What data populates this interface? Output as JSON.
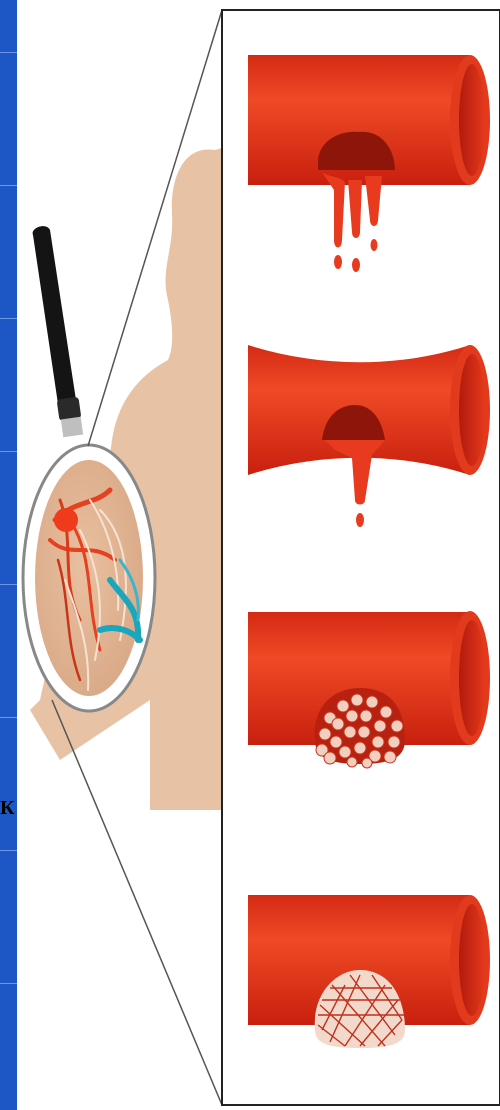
{
  "colors": {
    "sidebar_blue": "#1d57c6",
    "vessel_red": "#e73a1e",
    "vessel_dark": "#a8190c",
    "skin": "#e8c4a6",
    "vein_blue": "#1aa6bd",
    "panel_border": "#222222"
  },
  "left_label": "К",
  "panels": [
    {
      "name": "vessel-rupture-bleeding"
    },
    {
      "name": "vessel-narrowed-bleeding"
    },
    {
      "name": "vessel-cell-aggregate"
    },
    {
      "name": "vessel-fibrin-clot"
    }
  ]
}
